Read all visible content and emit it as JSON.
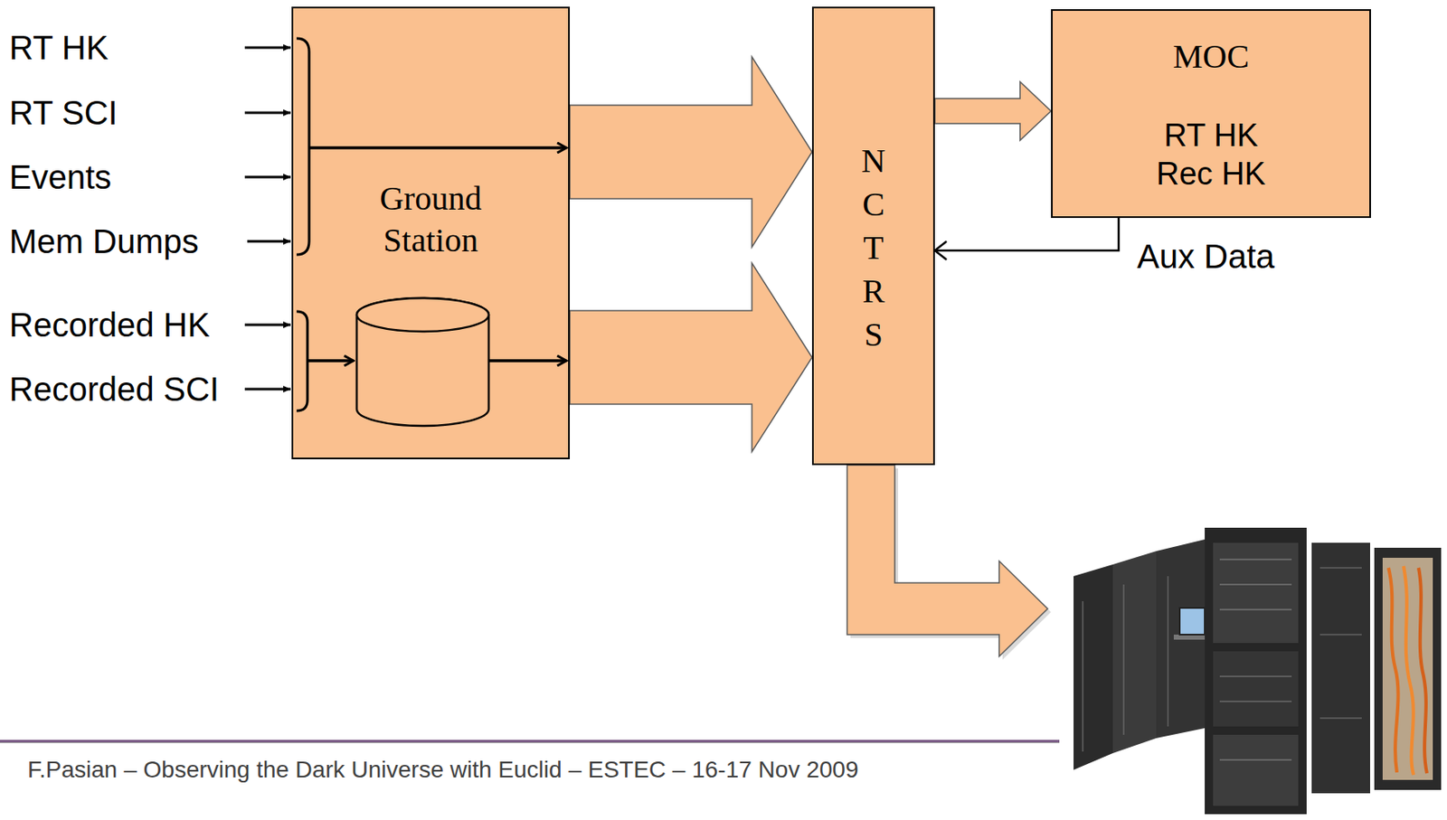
{
  "diagram": {
    "nodes": [
      {
        "text": [
          "Ground Station"
        ]
      },
      {
        "text": [
          "NCTRS"
        ]
      },
      {
        "text": [
          "MOC",
          "RT HK Rec HK"
        ]
      }
    ],
    "edges": [
      {
        "from": 0,
        "to": 1,
        "arrow": "to"
      },
      {
        "from": 0,
        "to": 1,
        "arrow": "to"
      },
      {
        "from": 1,
        "to": 2,
        "arrow": "to"
      },
      {
        "from": 2,
        "to": 1,
        "label": "Aux Data",
        "arrow": "to"
      }
    ],
    "labels": [
      "RT HK",
      "RT SCI",
      "Events",
      "Mem Dumps",
      "Recorded HK",
      "Recorded SCI",
      "F.Pasian – Observing the Dark Universe with Euclid – ESTEC – 16-17 Nov 2009"
    ]
  }
}
